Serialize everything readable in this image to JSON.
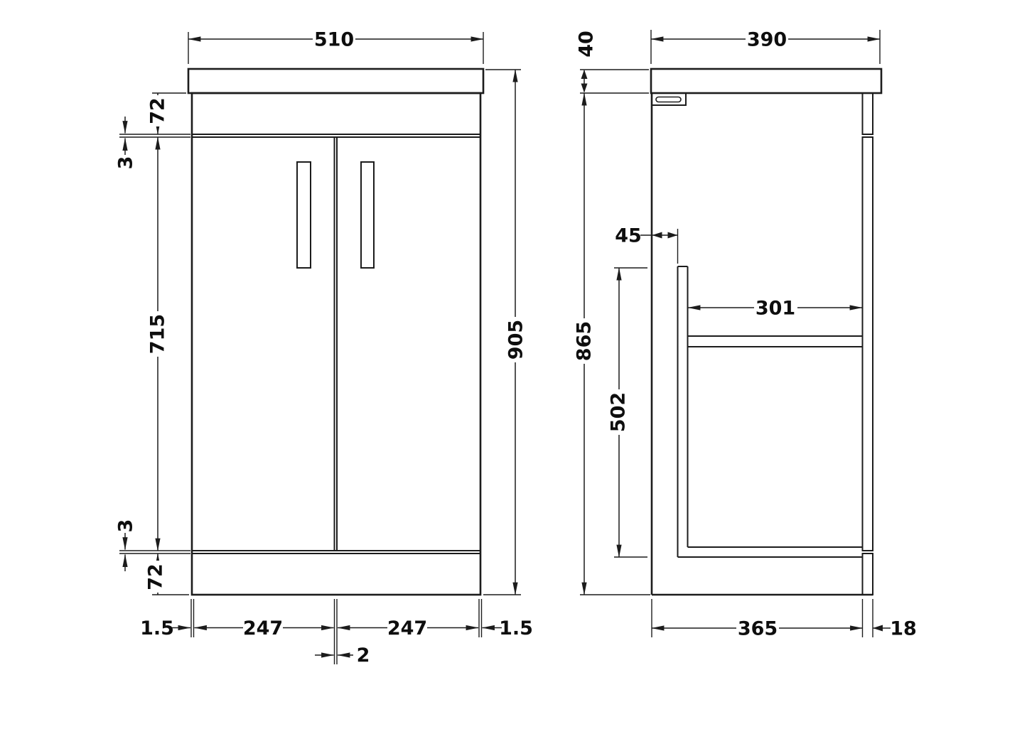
{
  "drawing": {
    "title": "vanity-unit-dimension-drawing",
    "front_view": {
      "width_top": "510",
      "top_rail": "72",
      "top_gap": "3",
      "door_height": "715",
      "bottom_gap": "3",
      "bottom_rail": "72",
      "overall_height": "905",
      "left_edge_gap": "1.5",
      "door_width_left": "247",
      "door_width_right": "247",
      "right_edge_gap": "1.5",
      "center_door_gap": "2"
    },
    "side_view": {
      "top_depth": "390",
      "top_thickness": "40",
      "body_height": "865",
      "back_gap": "45",
      "shelf_depth": "301",
      "inner_height": "502",
      "base_depth": "365",
      "door_thickness": "18"
    },
    "colors": {
      "line": "#1c1c1c",
      "background": "#ffffff"
    }
  }
}
